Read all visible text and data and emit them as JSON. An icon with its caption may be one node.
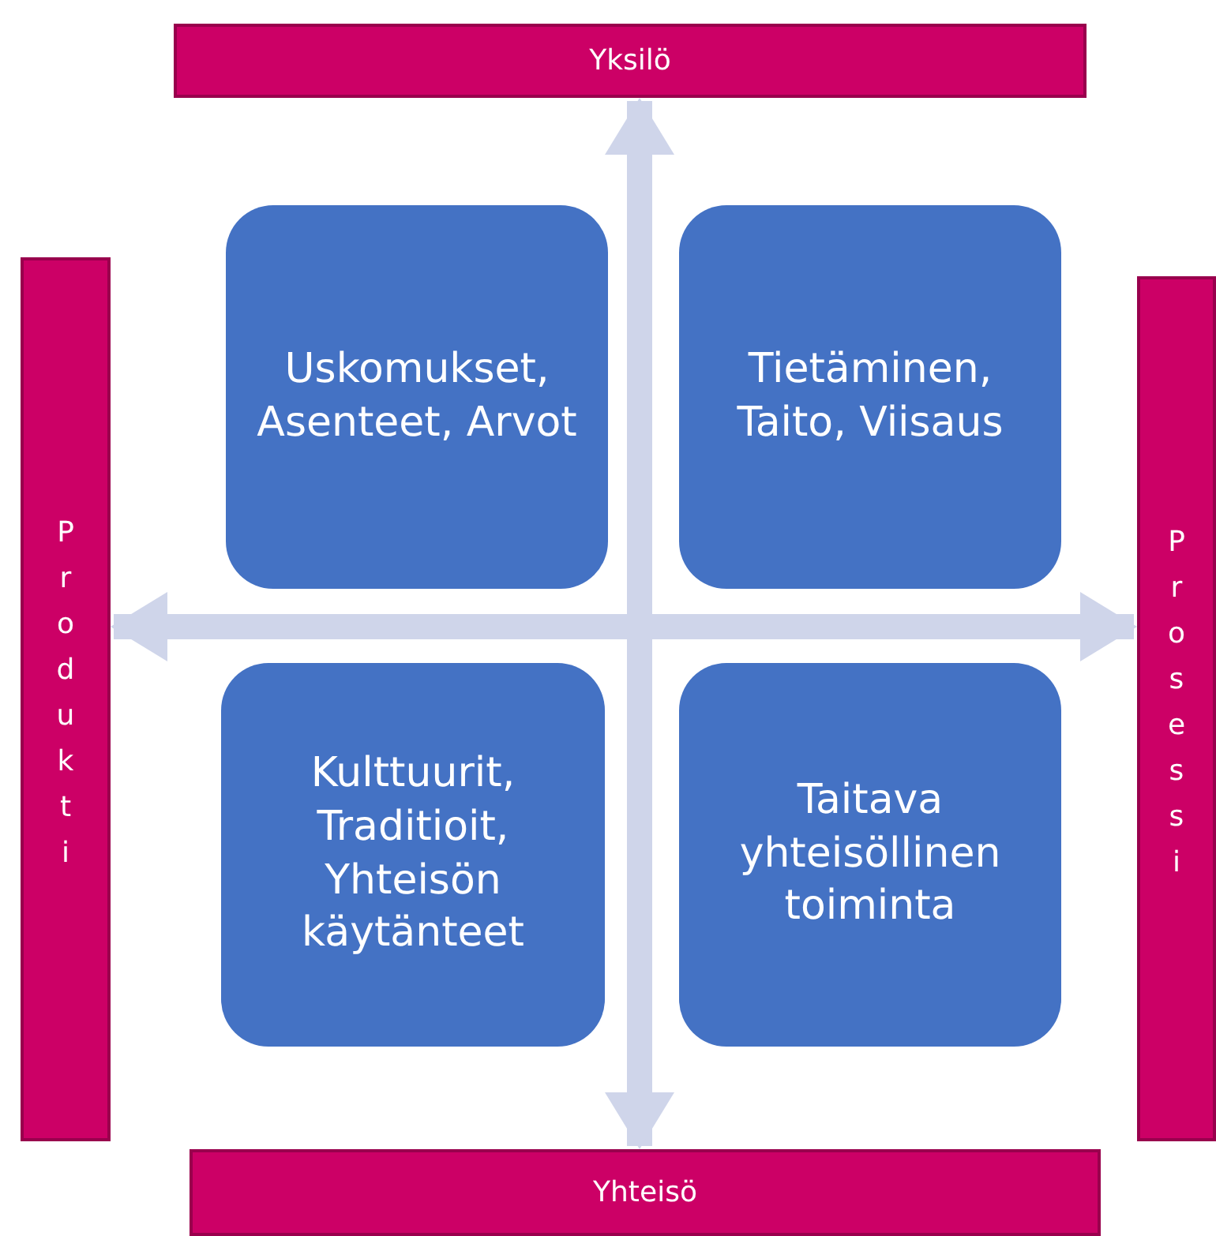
{
  "diagram": {
    "nodes": [
      {
        "text": [
          "Yksilö"
        ]
      },
      {
        "text": [
          "Produkti"
        ]
      },
      {
        "text": [
          "Uskomukset, Asenteet, Arvot"
        ]
      },
      {
        "text": [
          "Tietäminen, Taito, Viisaus"
        ]
      },
      {
        "text": [
          "Prosessi"
        ]
      },
      {
        "text": [
          "Kulttuurit, Traditioit, Yhteisön käytänteet"
        ]
      },
      {
        "text": [
          "Taitava yhteisöllinen toiminta"
        ]
      },
      {
        "text": [
          "Yhteisö"
        ]
      }
    ],
    "edges": [
      {
        "from": 0,
        "to": 7,
        "arrow": "both"
      },
      {
        "from": 1,
        "to": 4,
        "arrow": "both"
      }
    ]
  }
}
